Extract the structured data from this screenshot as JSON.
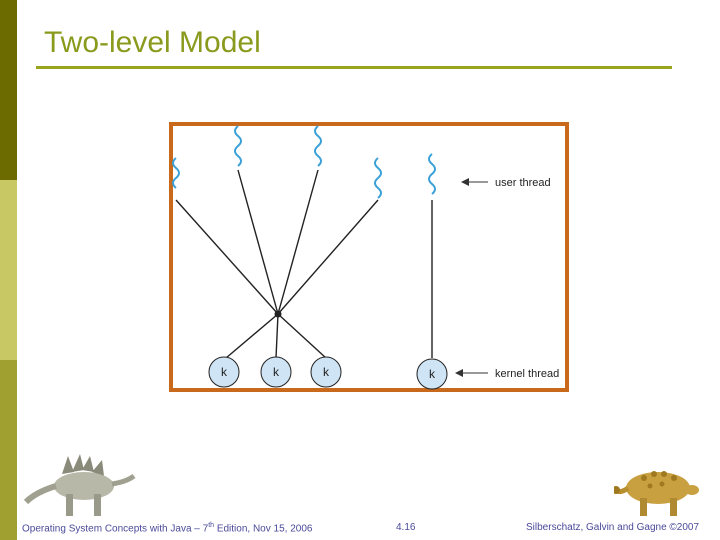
{
  "slide": {
    "title": "Two-level Model",
    "accent_colors": {
      "title": "#8a9a1c",
      "rule": "#9aa51e",
      "sidebar_dark": "#6b6b00",
      "sidebar_light": "#c8c864",
      "frame": "#c8691c",
      "thread_squiggle": "#3aa0d8",
      "kernel_node_fill": "#cfe4f4"
    }
  },
  "diagram": {
    "user_thread_label": "user thread",
    "kernel_thread_label": "kernel thread",
    "kernel_nodes": [
      "k",
      "k",
      "k",
      "k"
    ]
  },
  "footer": {
    "left_a": "Operating System Concepts with Java – 7",
    "left_sup": "th",
    "left_b": " Edition, Nov 15, 2006",
    "center": "4.16",
    "right": "Silberschatz, Galvin and Gagne ©2007"
  },
  "icons": {
    "left_dinosaur": "stegosaurus-icon",
    "right_dinosaur": "ankylosaurus-icon"
  }
}
